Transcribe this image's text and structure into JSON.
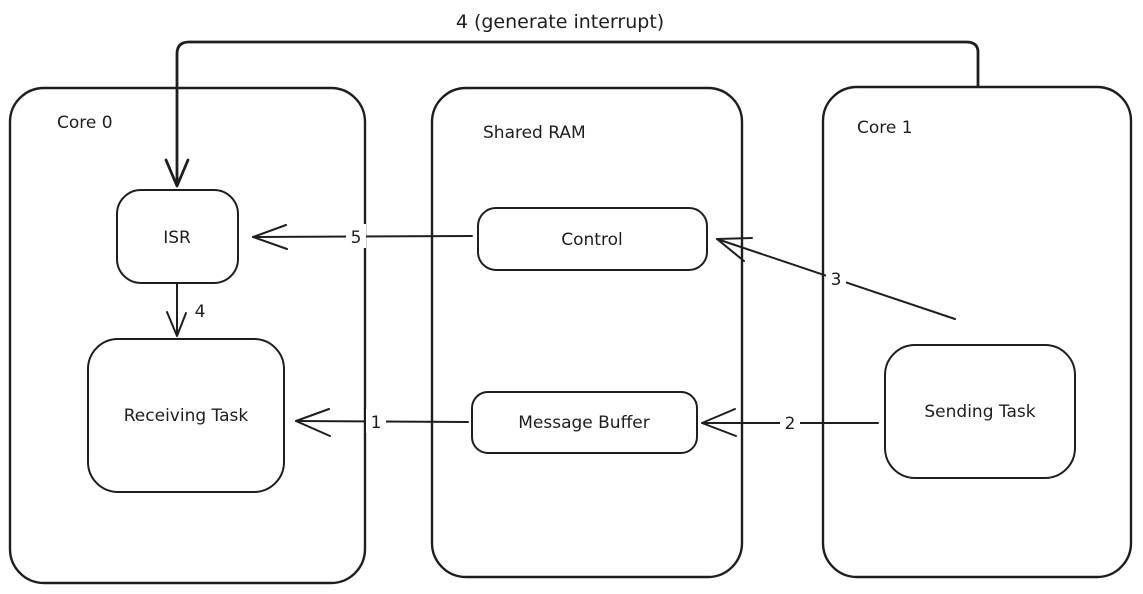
{
  "diagram": {
    "colors": {
      "stroke": "#1e1e1e",
      "background": "#ffffff"
    },
    "containers": [
      {
        "id": "core0",
        "label": "Core 0"
      },
      {
        "id": "shared-ram",
        "label": "Shared RAM"
      },
      {
        "id": "core1",
        "label": "Core 1"
      }
    ],
    "nodes": [
      {
        "id": "isr",
        "label": "ISR",
        "container": "core0"
      },
      {
        "id": "receiving-task",
        "label": "Receiving Task",
        "container": "core0"
      },
      {
        "id": "control",
        "label": "Control",
        "container": "shared-ram"
      },
      {
        "id": "message-buffer",
        "label": "Message Buffer",
        "container": "shared-ram"
      },
      {
        "id": "sending-task",
        "label": "Sending Task",
        "container": "core1"
      }
    ],
    "edges": [
      {
        "id": "generate-interrupt",
        "label": "4 (generate interrupt)",
        "from": "core1",
        "to": "isr"
      },
      {
        "id": "step-5",
        "label": "5",
        "from": "control",
        "to": "isr"
      },
      {
        "id": "step-4",
        "label": "4",
        "from": "isr",
        "to": "receiving-task"
      },
      {
        "id": "step-1",
        "label": "1",
        "from": "message-buffer",
        "to": "receiving-task"
      },
      {
        "id": "step-2",
        "label": "2",
        "from": "sending-task",
        "to": "message-buffer"
      },
      {
        "id": "step-3",
        "label": "3",
        "from": "sending-task",
        "to": "control"
      }
    ]
  }
}
